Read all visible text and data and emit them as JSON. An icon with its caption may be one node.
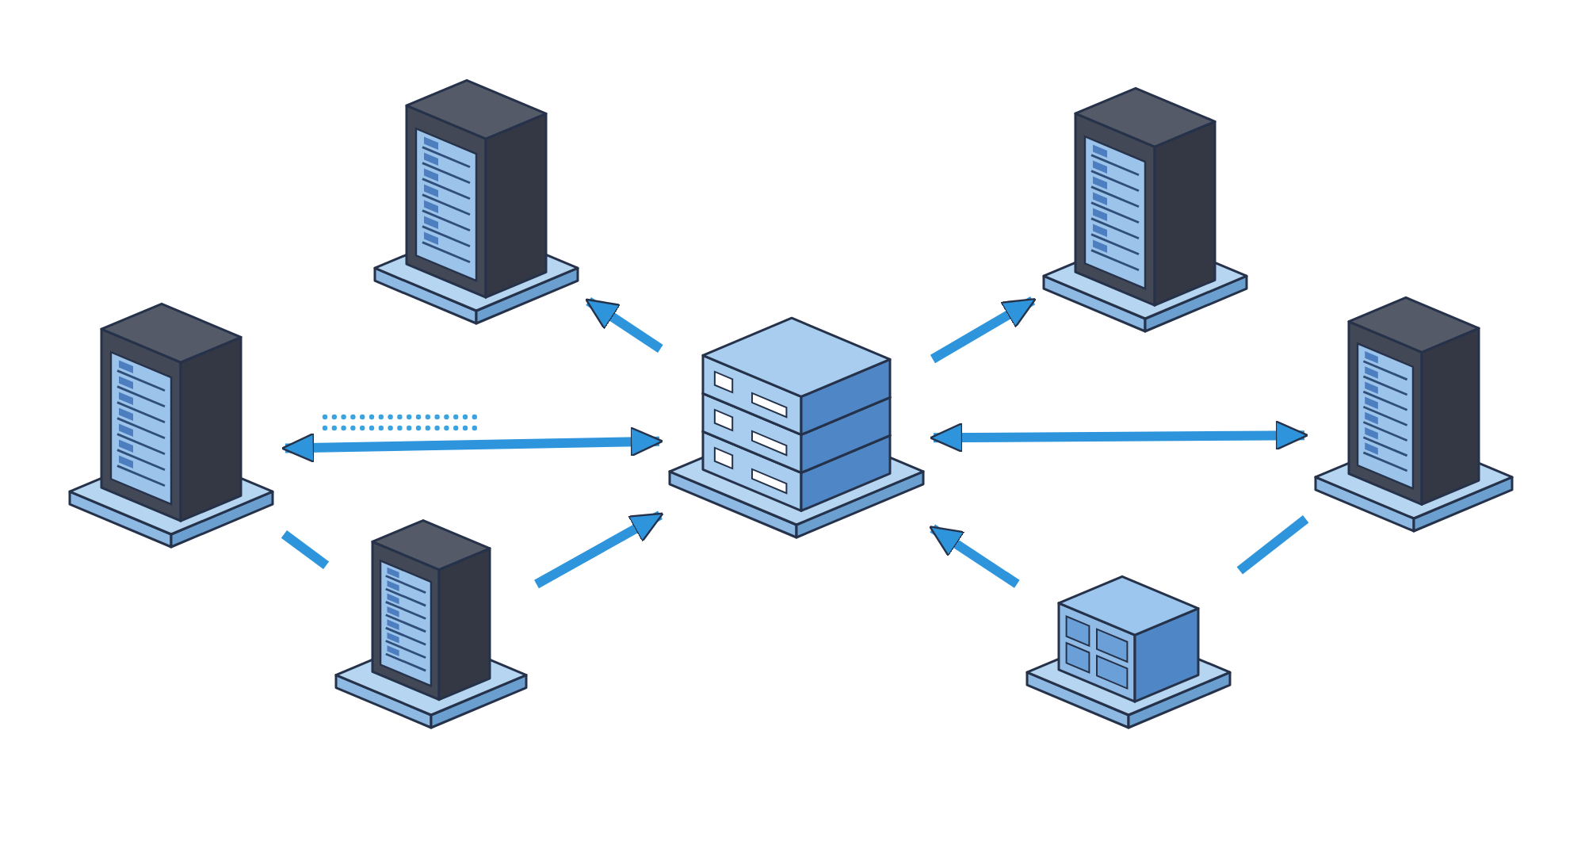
{
  "diagram": {
    "nodes": [
      {
        "text": [],
        "shape": "picture"
      },
      {
        "text": [],
        "shape": "picture"
      },
      {
        "text": [],
        "shape": "picture"
      },
      {
        "text": [],
        "shape": "picture"
      },
      {
        "text": [],
        "shape": "picture"
      },
      {
        "text": [],
        "shape": "picture"
      },
      {
        "text": [],
        "shape": "picture"
      }
    ],
    "edges": [
      {
        "from": 3,
        "to": 0,
        "arrow": "to"
      },
      {
        "from": 3,
        "to": 1,
        "arrow": "to"
      },
      {
        "from": 2,
        "to": 3,
        "arrow": "both"
      },
      {
        "from": 3,
        "to": 4,
        "arrow": "both"
      },
      {
        "from": 2,
        "to": 5,
        "arrow": "none"
      },
      {
        "from": 5,
        "to": 3,
        "arrow": "to"
      },
      {
        "from": 6,
        "to": 3,
        "arrow": "to"
      },
      {
        "from": 4,
        "to": 6,
        "arrow": "none"
      }
    ]
  }
}
